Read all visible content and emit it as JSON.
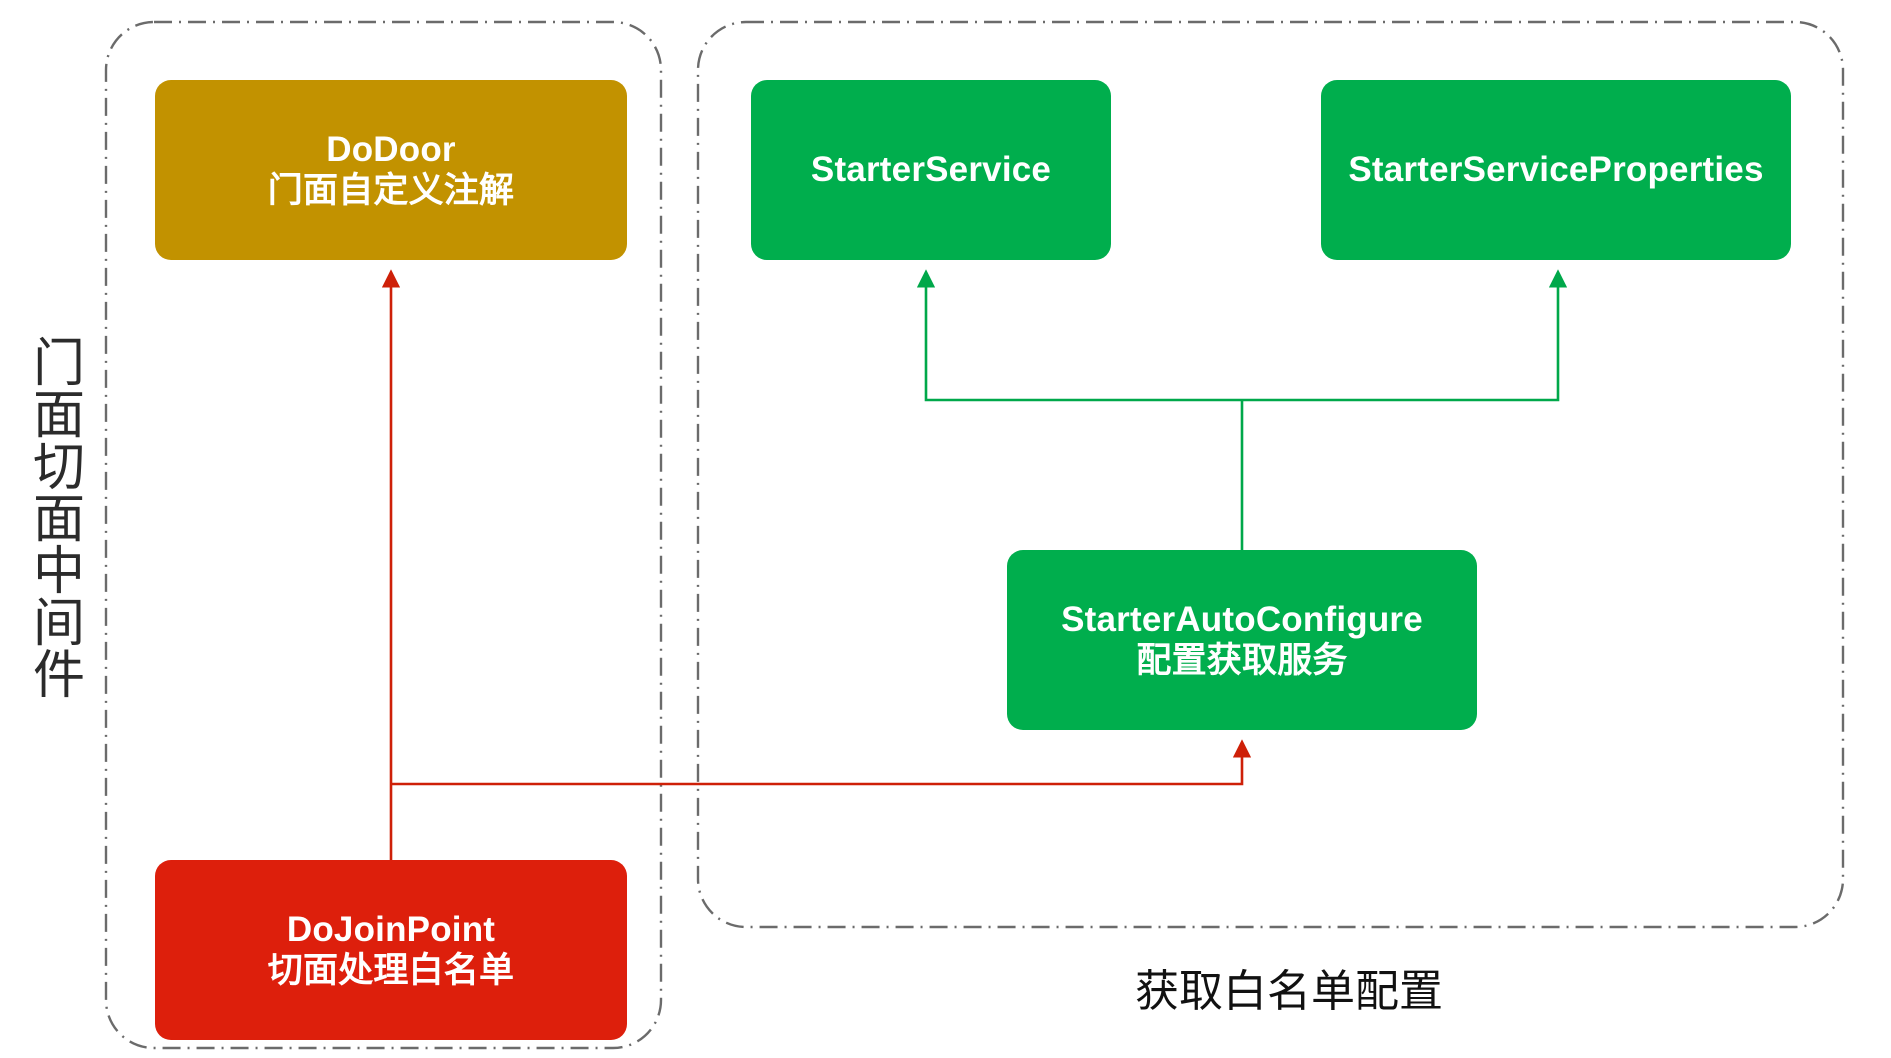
{
  "diagram": {
    "title_vertical_label": "门面切面中间件",
    "bottom_caption": "获取白名单配置",
    "colors": {
      "gold": "#C29200",
      "green": "#00AE4D",
      "red": "#DD1F0C",
      "container_border": "#6B6B6B",
      "text_on_node": "#FFFFFF",
      "label_text": "#2B2B2B"
    },
    "containers": [
      {
        "name": "facade-aspect-middleware-group",
        "label": "门面切面中间件"
      },
      {
        "name": "whitelist-config-group",
        "label": "获取白名单配置"
      }
    ],
    "nodes": [
      {
        "id": "dodoor",
        "line1": "DoDoor",
        "line2": "门面自定义注解",
        "color": "#C29200"
      },
      {
        "id": "starter-service",
        "line1": "StarterService",
        "line2": "",
        "color": "#00AE4D"
      },
      {
        "id": "starter-service-properties",
        "line1": "StarterServiceProperties",
        "line2": "",
        "color": "#00AE4D"
      },
      {
        "id": "starter-auto-configure",
        "line1": "StarterAutoConfigure",
        "line2": "配置获取服务",
        "color": "#00AE4D"
      },
      {
        "id": "dojoinpoint",
        "line1": "DoJoinPoint",
        "line2": "切面处理白名单",
        "color": "#DD1F0C"
      }
    ],
    "connectors": [
      {
        "name": "dojoinpoint-to-dodoor",
        "color": "#DD1F0C",
        "arrow": "up"
      },
      {
        "name": "dojoinpoint-to-starter-auto-configure",
        "color": "#DD1F0C",
        "arrow": "up"
      },
      {
        "name": "starter-auto-configure-to-starter-service",
        "color": "#00AE4D",
        "arrow": "up"
      },
      {
        "name": "starter-auto-configure-to-starter-service-properties",
        "color": "#00AE4D",
        "arrow": "up"
      }
    ]
  }
}
